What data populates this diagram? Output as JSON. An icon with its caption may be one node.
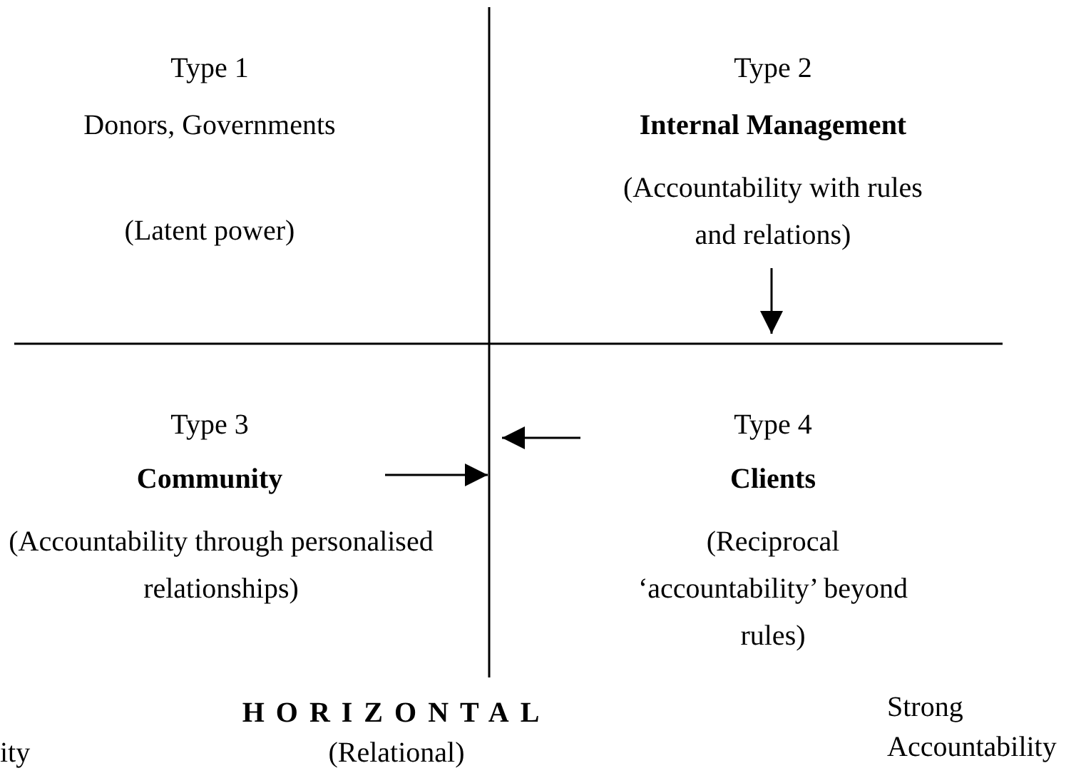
{
  "diagram": {
    "labels": [
      "Type 1",
      "Donors, Governments",
      "(Latent power)",
      "Type 2",
      "Internal Management",
      "(Accountability with rules and relations)",
      "Type 3",
      "Community",
      "(Accountability through personalised relationships)",
      "Type 4",
      "Clients",
      "(Reciprocal ‘accountability’ beyond rules)",
      "HORIZONTAL",
      "(Relational)",
      "ity",
      "Strong Accountability"
    ]
  }
}
